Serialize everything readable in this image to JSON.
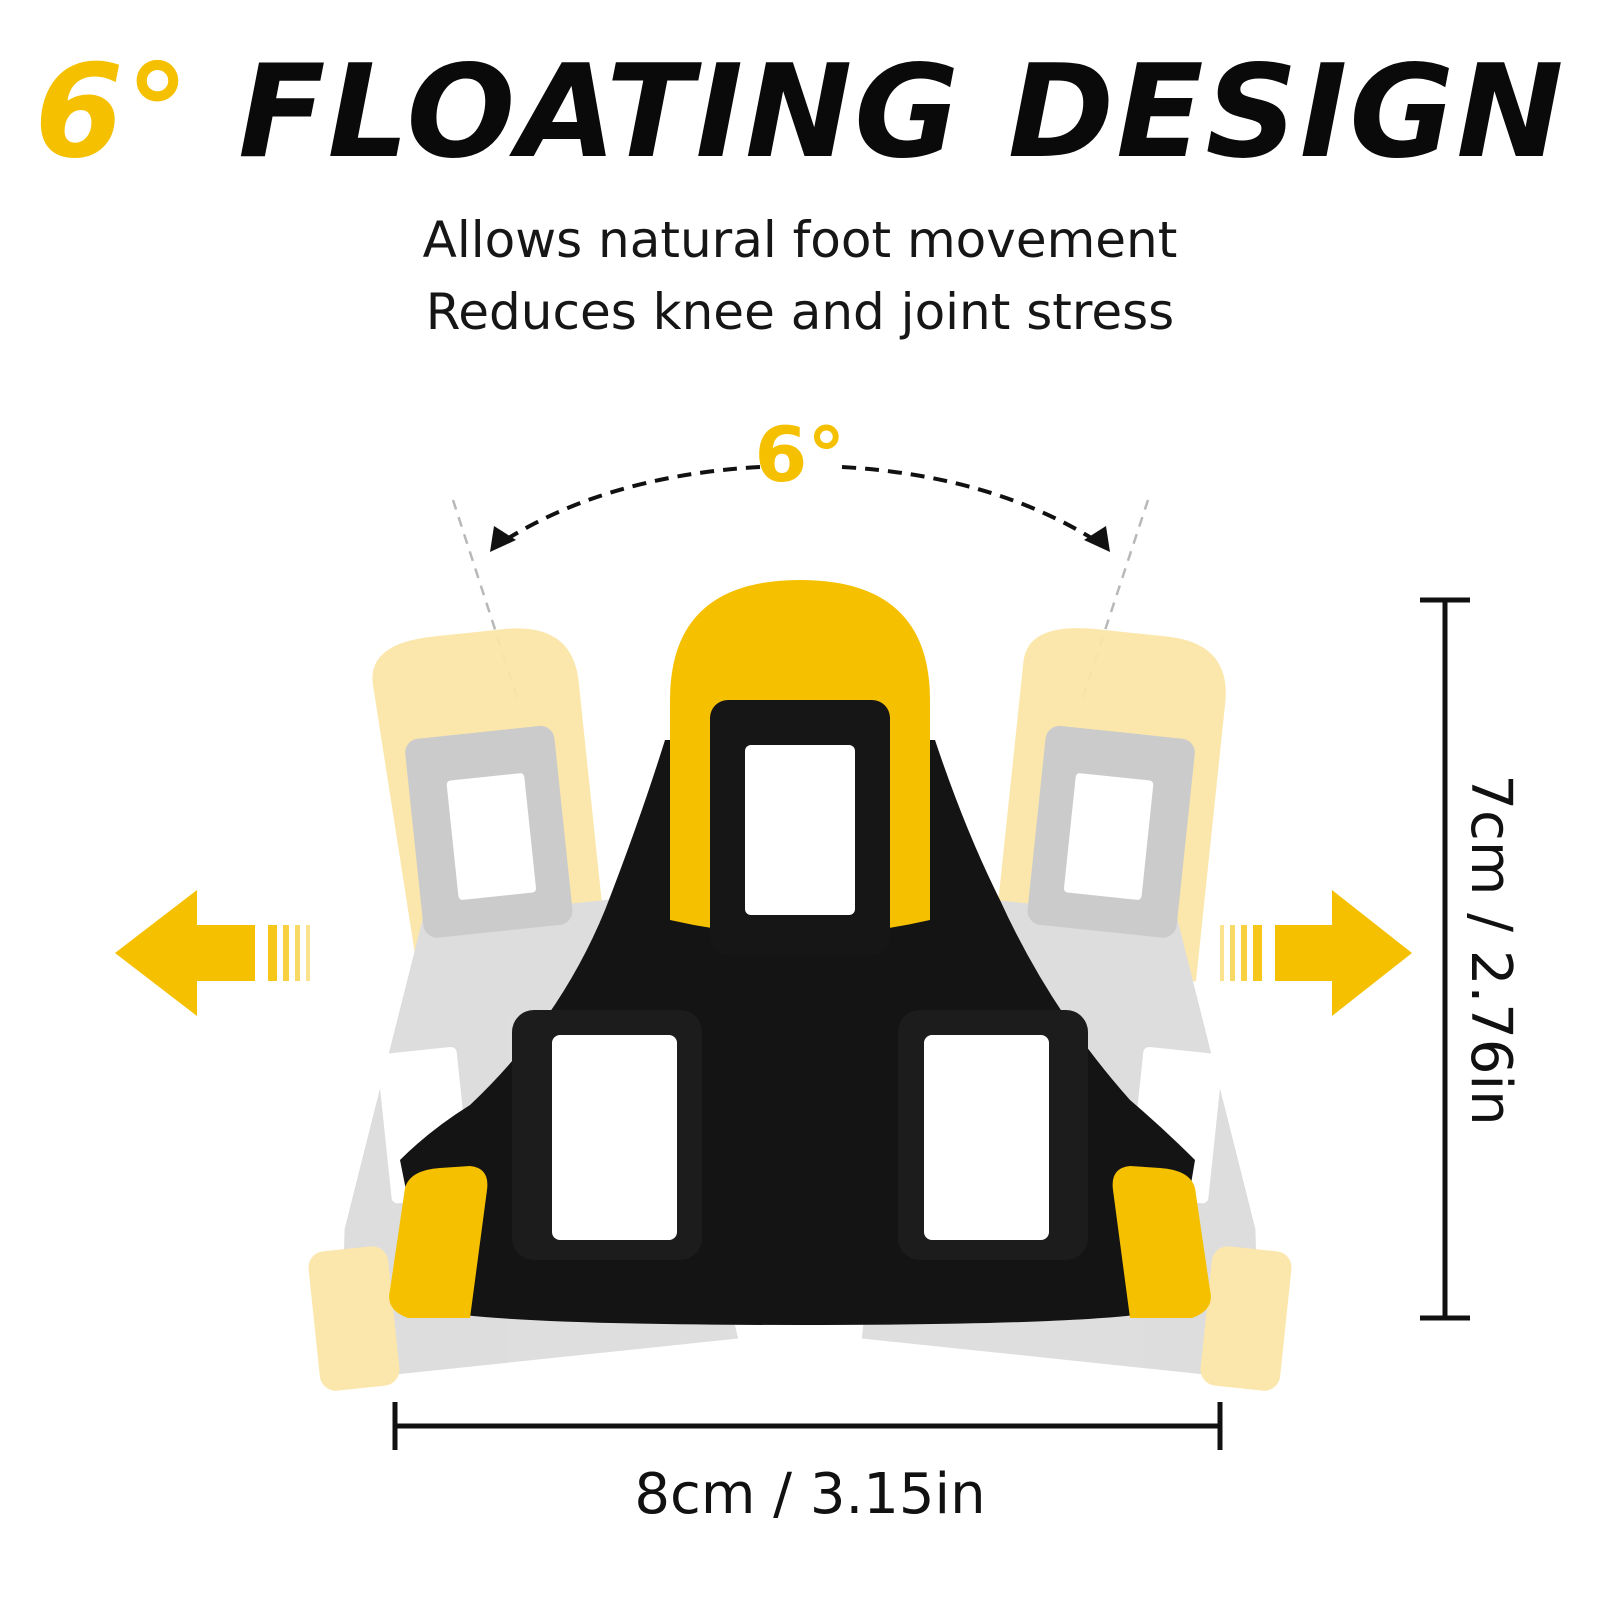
{
  "headline": {
    "accent": "6°",
    "text": "FLOATING DESIGN"
  },
  "sublines": [
    "Allows natural foot movement",
    "Reduces knee and joint stress"
  ],
  "angle_label": "6°",
  "dimensions": {
    "width": "8cm / 3.15in",
    "height": "7cm / 2.76in"
  },
  "colors": {
    "accent": "#f5c000",
    "cleat_body": "#141414",
    "ghost": "#d8d8d8",
    "ghost_yellow": "#fbe9b0"
  },
  "icons": [
    "arrow-left-icon",
    "arrow-right-icon",
    "float-arc-arrow-icon"
  ]
}
